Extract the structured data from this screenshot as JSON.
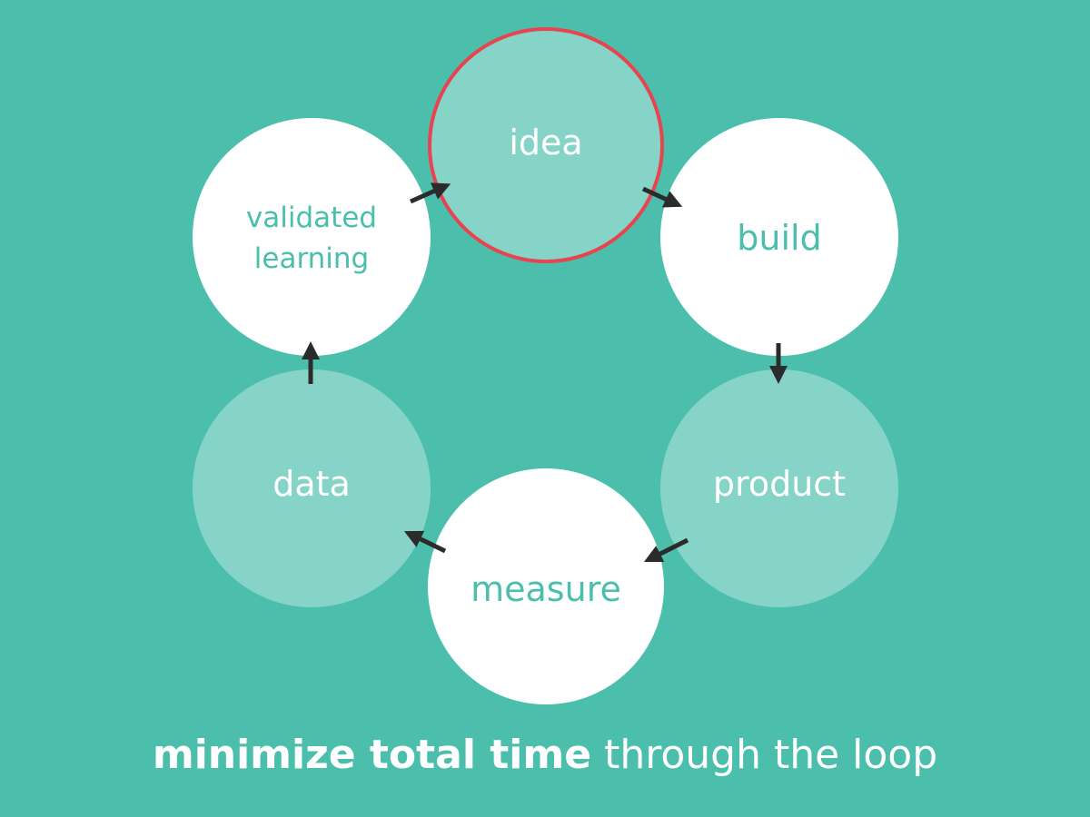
{
  "nodes": {
    "idea": "idea",
    "build": "build",
    "product": "product",
    "measure": "measure",
    "data": "data",
    "validated_learning_line1": "validated",
    "validated_learning_line2": "learning"
  },
  "tagline": {
    "bold": "minimize total time",
    "regular": "through the loop"
  },
  "colors": {
    "background": "#4bbfac",
    "node_solid": "#ffffff",
    "node_faded": "#86d4c7",
    "highlight_ring": "#e8444f",
    "arrow": "#2b2b2b"
  },
  "icons": [
    "arrow-icon"
  ]
}
